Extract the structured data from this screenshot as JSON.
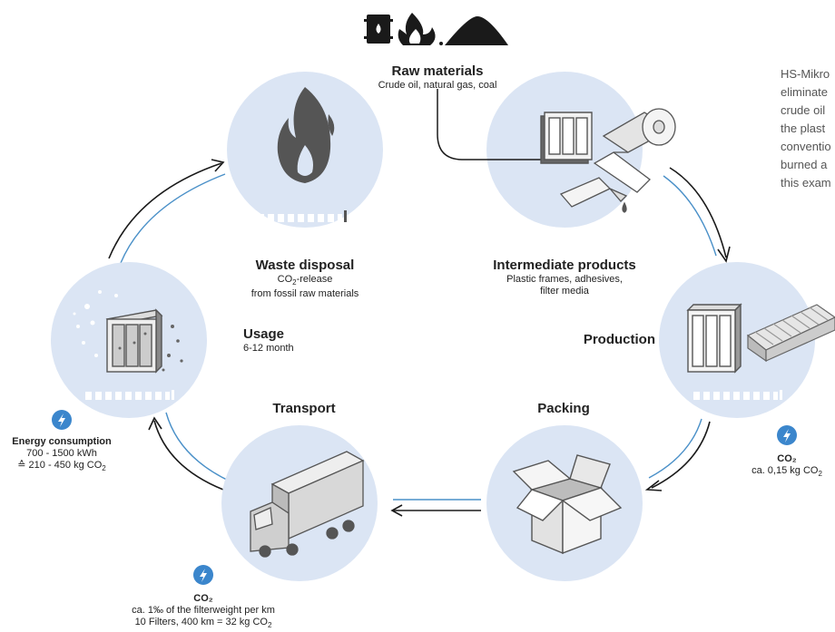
{
  "raw_materials": {
    "title": "Raw materials",
    "subtitle": "Crude oil, natural gas, coal"
  },
  "waste_disposal": {
    "title": "Waste disposal",
    "line1_pre": "CO",
    "line1_sub": "2",
    "line1_post": "-release",
    "line2": "from fossil raw materials"
  },
  "intermediate": {
    "title": "Intermediate products",
    "line1": "Plastic frames, adhesives,",
    "line2": "filter media"
  },
  "usage": {
    "title": "Usage",
    "subtitle": "6-12 month"
  },
  "production": {
    "title": "Production"
  },
  "transport": {
    "title": "Transport"
  },
  "packing": {
    "title": "Packing"
  },
  "energy_usage": {
    "title": "Energy consumption",
    "line1": "700 - 1500 kWh",
    "line2_pre": "≙ 210 - 450 kg CO",
    "line2_sub": "2"
  },
  "co2_production": {
    "title": "CO₂",
    "line1_pre": "ca. 0,15 kg CO",
    "line1_sub": "2"
  },
  "co2_transport": {
    "title": "CO₂",
    "line1": "ca. 1‰ of the filterweight per km",
    "line2_pre": "10 Filters, 400 km = 32 kg CO",
    "line2_sub": "2"
  },
  "side_note": [
    "HS-Mikro",
    "eliminate",
    "crude oil",
    "the plast",
    "conventio",
    "burned a",
    "this exam"
  ],
  "colors": {
    "circle": "#dbe5f4",
    "icon": "#555555",
    "arrow": "#1a1a1a",
    "arrow_blue": "#4a90c8",
    "bolt": "#3b86cc"
  }
}
